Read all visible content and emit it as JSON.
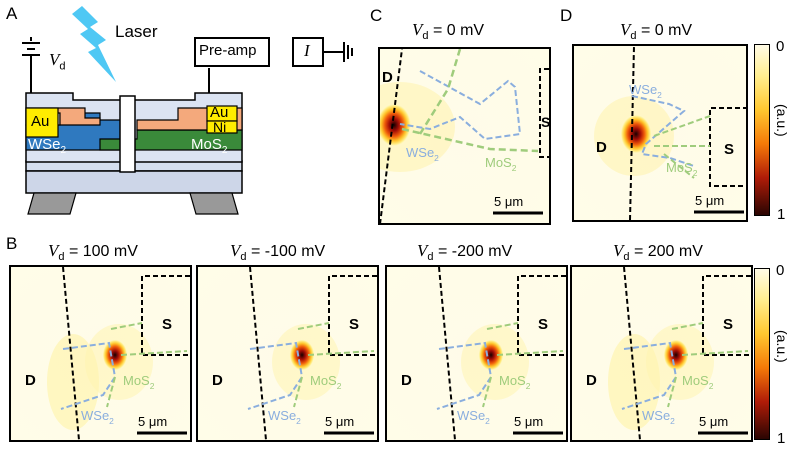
{
  "panels": {
    "A": {
      "letter": "A",
      "laser_label": "Laser",
      "vd_symbol": "V",
      "vd_sub": "d",
      "preamp_label": "Pre-amp",
      "current_symbol": "I",
      "au_left": "Au",
      "au_right": "Au",
      "ni_label": "Ni",
      "wse2_label": "WSe",
      "mos2_label": "MoS",
      "sub2": "2"
    },
    "B": {
      "letter": "B"
    },
    "C": {
      "letter": "C"
    },
    "D": {
      "letter": "D"
    }
  },
  "maps": [
    {
      "id": "C",
      "v_symbol": "V",
      "v_sub": "d",
      "bias": "= 0 mV"
    },
    {
      "id": "D",
      "v_symbol": "V",
      "v_sub": "d",
      "bias": "= 0 mV"
    },
    {
      "id": "B1",
      "v_symbol": "V",
      "v_sub": "d",
      "bias": "= 100 mV"
    },
    {
      "id": "B2",
      "v_symbol": "V",
      "v_sub": "d",
      "bias": "= -100 mV"
    },
    {
      "id": "B3",
      "v_symbol": "V",
      "v_sub": "d",
      "bias": "= -200 mV"
    },
    {
      "id": "B4",
      "v_symbol": "V",
      "v_sub": "d",
      "bias": "= 200 mV"
    }
  ],
  "map_labels": {
    "drain": "D",
    "source": "S",
    "wse2": "WSe",
    "mos2": "MoS",
    "sub2": "2",
    "scale_bar": "5 μm"
  },
  "colorbar": {
    "top_label": "0",
    "bottom_label": "1",
    "unit": "(a.u.)"
  },
  "colors": {
    "wse2_outline": "#8aaede",
    "mos2_outline": "#9fcc7c",
    "au": "#ffec00",
    "wse2_layer": "#2f79bf",
    "mos2_layer": "#3a8a3a",
    "ni_layer": "#f4a97c",
    "substrate": "#d4deee"
  }
}
